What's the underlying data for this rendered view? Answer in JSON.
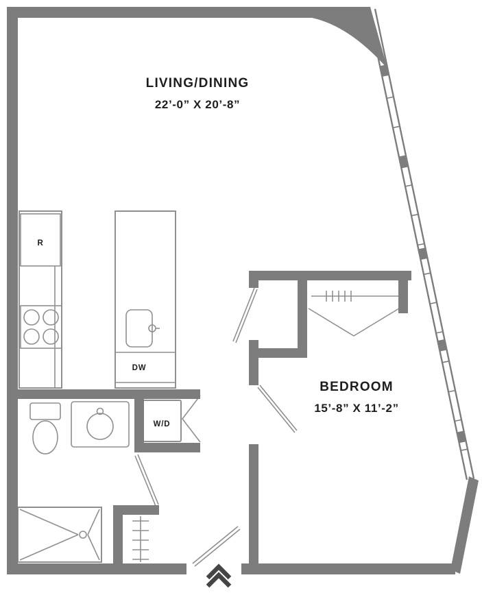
{
  "rooms": {
    "living_dining": {
      "name": "LIVING/DINING",
      "dims": "22’-0” X 20’-8”"
    },
    "bedroom": {
      "name": "BEDROOM",
      "dims": "15’-8” X 11’-2”"
    }
  },
  "fixtures": {
    "refrigerator": "R",
    "dishwasher": "DW",
    "washer_dryer": "W/D"
  },
  "icons": {
    "entry_marker": "double-chevron-up",
    "closet_rod": "hanger-ticks",
    "linen_closet": "shelf-ticks"
  },
  "colors": {
    "wall": "#7d7d7d",
    "fixture_line": "#8f8f8f",
    "label_text": "#1d1d1b",
    "entry_marker": "#454545",
    "background": "#ffffff"
  }
}
